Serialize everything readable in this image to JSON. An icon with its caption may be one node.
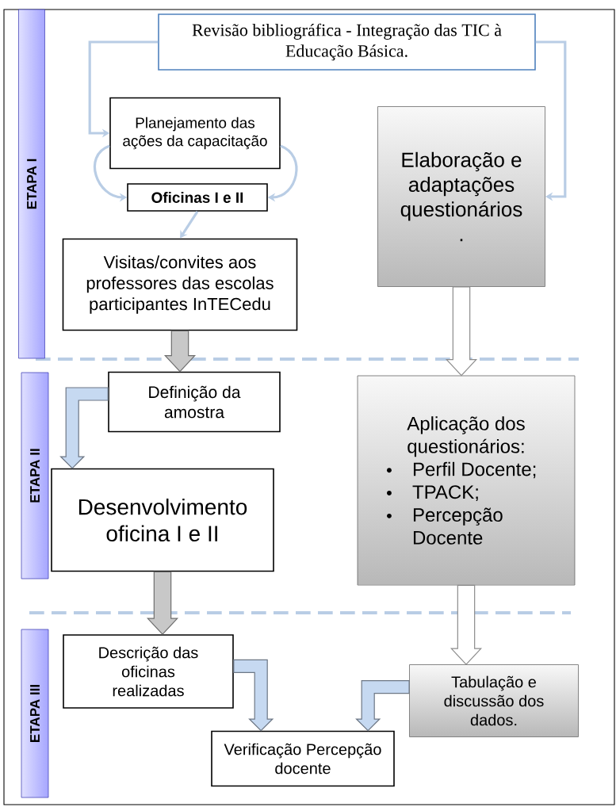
{
  "diagram": {
    "nodes": [
      {
        "text": [
          "ETAPA I"
        ]
      },
      {
        "text": [
          "Revisão bibliográfica - Integração das TIC à Educação Básica."
        ]
      },
      {
        "text": [
          "Planejamento das ações da capacitação"
        ]
      },
      {
        "text": [
          "Oficinas I e II"
        ]
      },
      {
        "text": [
          "Visitas/convites aos professores das escolas participantes InTECedu"
        ]
      },
      {
        "text": [
          "Elaboração e adaptações questionários ."
        ]
      },
      {
        "text": [
          "ETAPA II"
        ]
      },
      {
        "text": [
          "Definição da amostra"
        ]
      },
      {
        "text": [
          "Desenvolvimento oficina I e II"
        ]
      },
      {
        "text": [
          "Aplicação dos questionários:",
          "Perfil Docente;",
          "TPACK;",
          "Percepção Docente"
        ]
      },
      {
        "text": [
          "ETAPA III"
        ]
      },
      {
        "text": [
          "Descrição das oficinas realizadas"
        ]
      },
      {
        "text": [
          "Tabulação e discussão dos dados."
        ]
      },
      {
        "text": [
          "Verificação Percepção docente"
        ]
      }
    ],
    "edges": [
      {
        "from": 1,
        "to": 2,
        "arrow": "to",
        "color": "#b9cde5"
      },
      {
        "from": 1,
        "to": 5,
        "arrow": "to",
        "color": "#b9cde5"
      },
      {
        "from": 2,
        "to": 3,
        "arrow": "to",
        "color": "#b9cde5"
      },
      {
        "from": 2,
        "to": 3,
        "arrow": "to",
        "color": "#b9cde5"
      },
      {
        "from": 3,
        "to": 4,
        "arrow": "to",
        "color": "#b9cde5"
      },
      {
        "from": 4,
        "to": 7,
        "arrow": "to",
        "style": "thick",
        "color": "#c8c8c8"
      },
      {
        "from": 5,
        "to": 9,
        "arrow": "to",
        "style": "thick",
        "color": "#ffffff"
      },
      {
        "from": 7,
        "to": 8,
        "arrow": "to",
        "style": "thick",
        "color": "#c6d9f1"
      },
      {
        "from": 8,
        "to": 11,
        "arrow": "to",
        "style": "thick",
        "color": "#c8c8c8"
      },
      {
        "from": 9,
        "to": 12,
        "arrow": "to",
        "style": "thick",
        "color": "#ffffff"
      },
      {
        "from": 11,
        "to": 13,
        "arrow": "to",
        "style": "thick",
        "color": "#c6d9f1"
      },
      {
        "from": 12,
        "to": 13,
        "arrow": "to",
        "style": "thick",
        "color": "#c6d9f1"
      }
    ]
  }
}
